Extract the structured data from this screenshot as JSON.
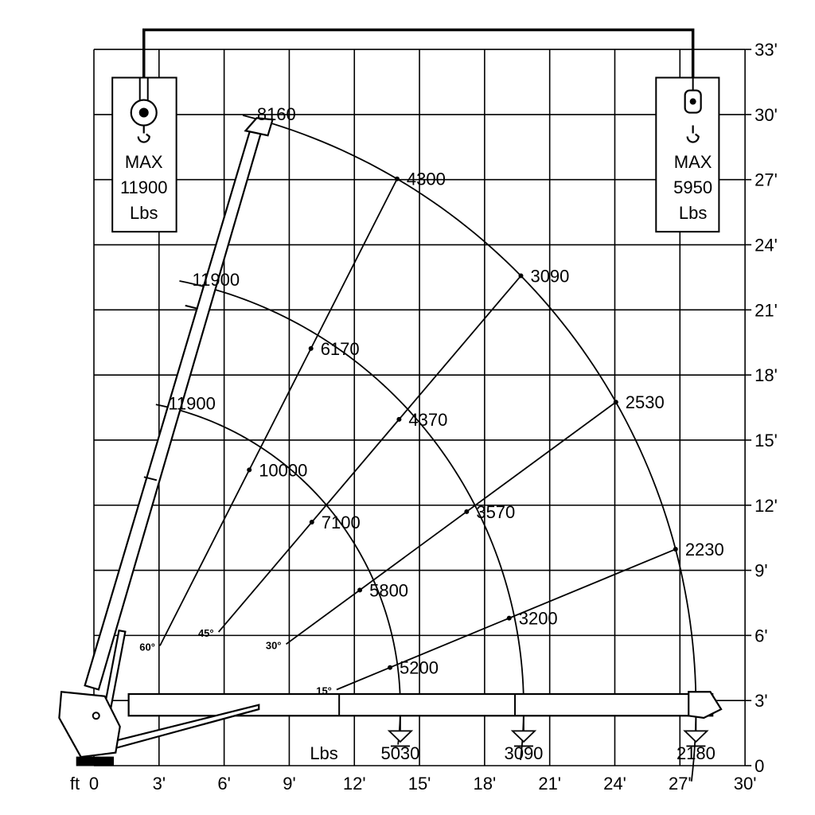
{
  "chart_data": {
    "type": "load-chart",
    "x_unit_label": "ft",
    "x_ticks": [
      "0",
      "3'",
      "6'",
      "9'",
      "12'",
      "15'",
      "18'",
      "21'",
      "24'",
      "27'",
      "30'"
    ],
    "y_ticks": [
      "0",
      "3'",
      "6'",
      "9'",
      "12'",
      "15'",
      "18'",
      "21'",
      "24'",
      "27'",
      "30'",
      "33'"
    ],
    "xlim": [
      0,
      30
    ],
    "ylim": [
      0,
      33
    ],
    "hooks": [
      {
        "label_max": "MAX",
        "capacity": "11900",
        "unit": "Lbs",
        "type": "two-part-block"
      },
      {
        "label_max": "MAX",
        "capacity": "5950",
        "unit": "Lbs",
        "type": "single-line-hook"
      }
    ],
    "angle_labels": [
      "60°",
      "45°",
      "30°",
      "15°"
    ],
    "booms": [
      {
        "name": "",
        "tip_capacity": "11900",
        "points": [
          {
            "angle": 60,
            "capacity": "10000"
          },
          {
            "angle": 45,
            "capacity": "7100"
          },
          {
            "angle": 30,
            "capacity": "5800"
          },
          {
            "angle": 15,
            "capacity": "5200"
          }
        ],
        "horizontal_capacity": "5030"
      },
      {
        "name": "",
        "tip_capacity": "11900",
        "points": [
          {
            "angle": 60,
            "capacity": "6170"
          },
          {
            "angle": 45,
            "capacity": "4370"
          },
          {
            "angle": 30,
            "capacity": "3570"
          },
          {
            "angle": 15,
            "capacity": "3200"
          }
        ],
        "horizontal_capacity": "3090"
      },
      {
        "name": "",
        "tip_capacity": "8160",
        "points": [
          {
            "angle": 60,
            "capacity": "4300"
          },
          {
            "angle": 45,
            "capacity": "3090"
          },
          {
            "angle": 30,
            "capacity": "2530"
          },
          {
            "angle": 15,
            "capacity": "2230"
          }
        ],
        "horizontal_capacity": "2180"
      }
    ],
    "horizontal_units_label": "Lbs"
  }
}
